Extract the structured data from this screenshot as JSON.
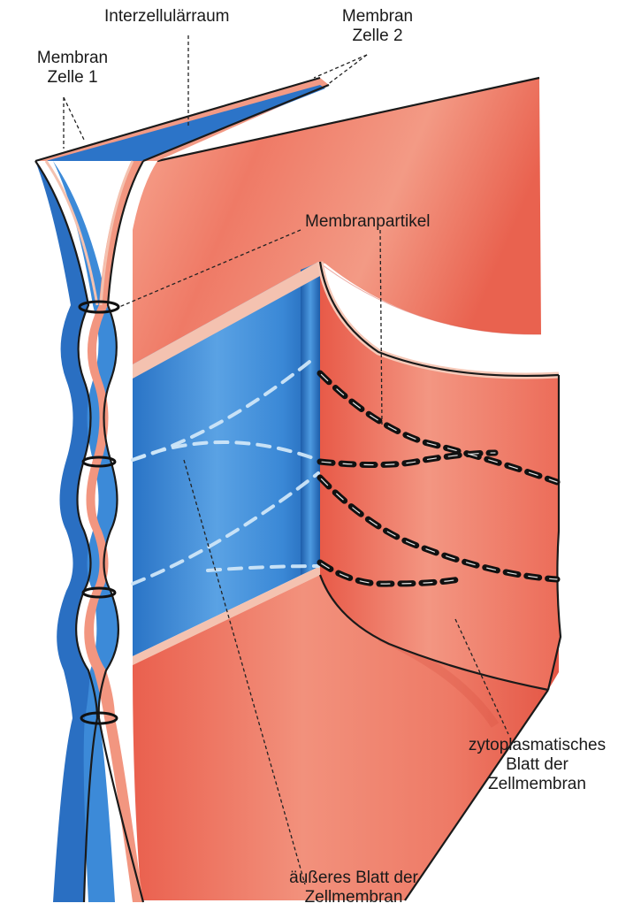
{
  "labels": {
    "membran_zelle1": [
      "Membran",
      "Zelle 1"
    ],
    "interzellularraum": "Interzellulärraum",
    "membran_zelle2": [
      "Membran",
      "Zelle 2"
    ],
    "membranpartikel": "Membranpartikel",
    "zytoplasmatisches_blatt": [
      "zytoplasmatisches",
      "Blatt der",
      "Zellmembran"
    ],
    "ausseres_blatt": [
      "äußeres Blatt der",
      "Zellmembran"
    ]
  },
  "colors": {
    "membrane_red": "#ee6a58",
    "membrane_red_light": "#f6a48f",
    "membrane_red_dark": "#d9483a",
    "interior_blue": "#2f7fd0",
    "interior_blue_light": "#7fb8ec",
    "interior_blue_dark": "#1c5fae",
    "edge_pink": "#f4c2b0",
    "particle_black": "#111111"
  }
}
